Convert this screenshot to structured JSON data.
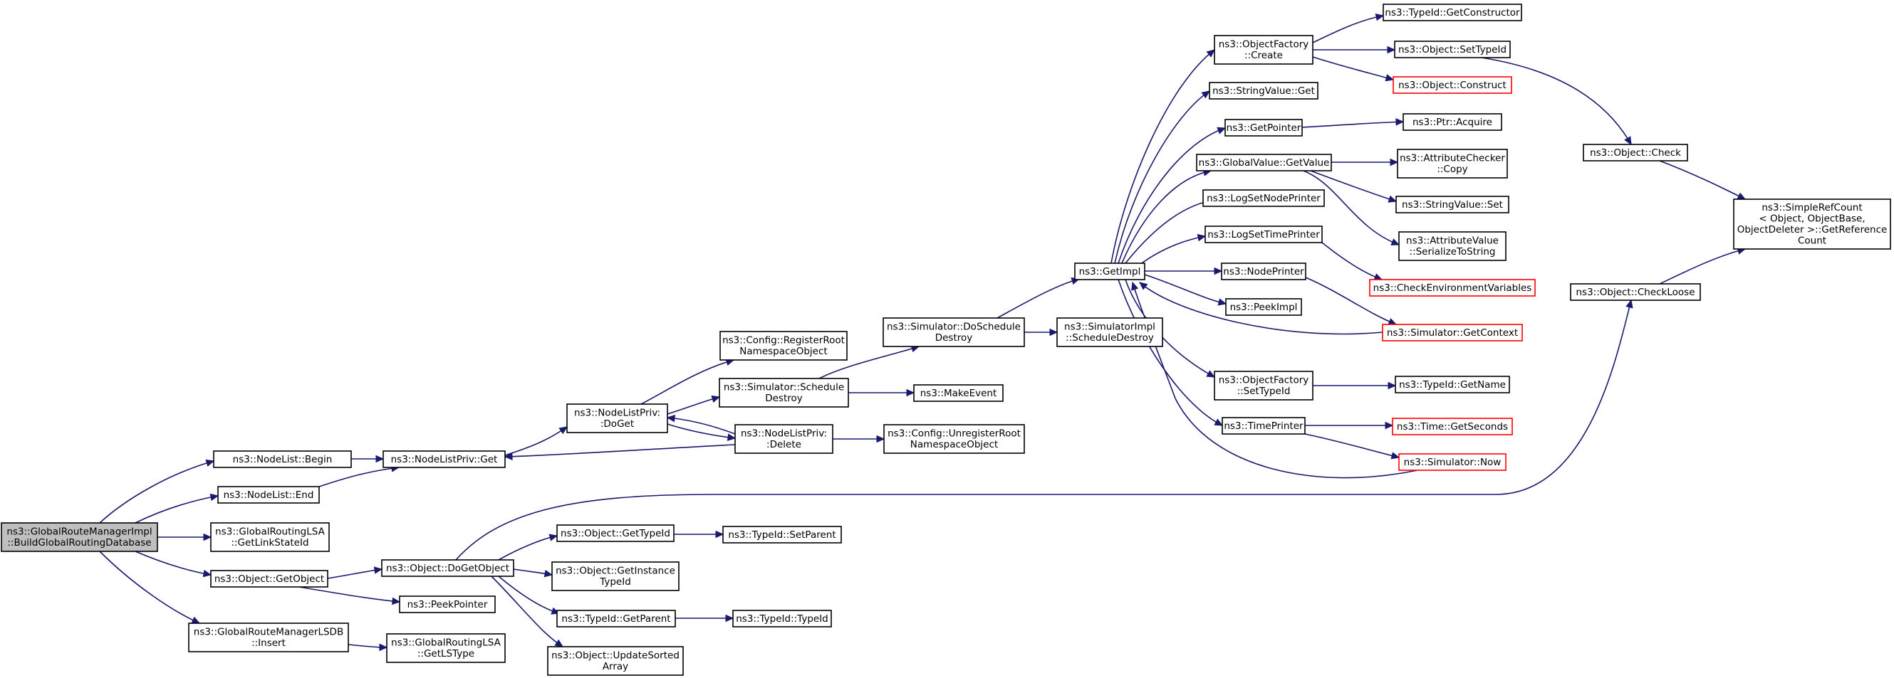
{
  "graph": {
    "colors": {
      "edge": "#191970",
      "root_fill": "#bfbfbf",
      "border": "#000000",
      "truncated_border": "#ff0000"
    },
    "nodes": [
      {
        "id": "root",
        "lines": [
          "ns3::GlobalRouteManagerImpl",
          "::BuildGlobalRoutingDatabase"
        ],
        "root": true
      },
      {
        "id": "nl_begin",
        "lines": [
          "ns3::NodeList::Begin"
        ]
      },
      {
        "id": "nl_end",
        "lines": [
          "ns3::NodeList::End"
        ]
      },
      {
        "id": "grlsa_lsid",
        "lines": [
          "ns3::GlobalRoutingLSA",
          "::GetLinkStateId"
        ]
      },
      {
        "id": "obj_getobject",
        "lines": [
          "ns3::Object::GetObject"
        ]
      },
      {
        "id": "lsdb_insert",
        "lines": [
          "ns3::GlobalRouteManagerLSDB",
          "::Insert"
        ]
      },
      {
        "id": "nlp_get",
        "lines": [
          "ns3::NodeListPriv::Get"
        ]
      },
      {
        "id": "nlp_doget",
        "lines": [
          "ns3::NodeListPriv:",
          ":DoGet"
        ]
      },
      {
        "id": "cfg_reg",
        "lines": [
          "ns3::Config::RegisterRoot",
          "NamespaceObject"
        ]
      },
      {
        "id": "sim_sched_destroy",
        "lines": [
          "ns3::Simulator::Schedule",
          "Destroy"
        ]
      },
      {
        "id": "nlp_delete",
        "lines": [
          "ns3::NodeListPriv:",
          ":Delete"
        ]
      },
      {
        "id": "sim_dosched",
        "lines": [
          "ns3::Simulator::DoSchedule",
          "Destroy"
        ]
      },
      {
        "id": "makeevent",
        "lines": [
          "ns3::MakeEvent"
        ]
      },
      {
        "id": "cfg_unreg",
        "lines": [
          "ns3::Config::UnregisterRoot",
          "NamespaceObject"
        ]
      },
      {
        "id": "simimpl_sched",
        "lines": [
          "ns3::SimulatorImpl",
          "::ScheduleDestroy"
        ]
      },
      {
        "id": "getimpl",
        "lines": [
          "ns3::GetImpl"
        ]
      },
      {
        "id": "objfac_create",
        "lines": [
          "ns3::ObjectFactory",
          "::Create"
        ]
      },
      {
        "id": "stringvalue_get",
        "lines": [
          "ns3::StringValue::Get"
        ]
      },
      {
        "id": "getpointer",
        "lines": [
          "ns3::GetPointer"
        ]
      },
      {
        "id": "gv_getvalue",
        "lines": [
          "ns3::GlobalValue::GetValue"
        ]
      },
      {
        "id": "lognodeprinter",
        "lines": [
          "ns3::LogSetNodePrinter"
        ]
      },
      {
        "id": "logtimeprinter",
        "lines": [
          "ns3::LogSetTimePrinter"
        ]
      },
      {
        "id": "nodeprinter",
        "lines": [
          "ns3::NodePrinter"
        ]
      },
      {
        "id": "peekimpl",
        "lines": [
          "ns3::PeekImpl"
        ]
      },
      {
        "id": "objfac_settypeid",
        "lines": [
          "ns3::ObjectFactory",
          "::SetTypeId"
        ]
      },
      {
        "id": "timeprinter",
        "lines": [
          "ns3::TimePrinter"
        ]
      },
      {
        "id": "typeid_getctor",
        "lines": [
          "ns3::TypeId::GetConstructor"
        ]
      },
      {
        "id": "obj_settypeid",
        "lines": [
          "ns3::Object::SetTypeId"
        ]
      },
      {
        "id": "obj_construct",
        "lines": [
          "ns3::Object::Construct"
        ],
        "red": true
      },
      {
        "id": "ptr_acquire",
        "lines": [
          "ns3::Ptr::Acquire"
        ]
      },
      {
        "id": "attrchecker_copy",
        "lines": [
          "ns3::AttributeChecker",
          "::Copy"
        ]
      },
      {
        "id": "stringvalue_set",
        "lines": [
          "ns3::StringValue::Set"
        ]
      },
      {
        "id": "attrvalue_ser",
        "lines": [
          "ns3::AttributeValue",
          "::SerializeToString"
        ]
      },
      {
        "id": "checkenv",
        "lines": [
          "ns3::CheckEnvironmentVariables"
        ],
        "red": true
      },
      {
        "id": "sim_getcontext",
        "lines": [
          "ns3::Simulator::GetContext"
        ],
        "red": true
      },
      {
        "id": "typeid_getname",
        "lines": [
          "ns3::TypeId::GetName"
        ]
      },
      {
        "id": "time_getseconds",
        "lines": [
          "ns3::Time::GetSeconds"
        ],
        "red": true
      },
      {
        "id": "sim_now",
        "lines": [
          "ns3::Simulator::Now"
        ],
        "red": true
      },
      {
        "id": "obj_check",
        "lines": [
          "ns3::Object::Check"
        ]
      },
      {
        "id": "obj_checkloose",
        "lines": [
          "ns3::Object::CheckLoose"
        ]
      },
      {
        "id": "simplerefcount",
        "lines": [
          "ns3::SimpleRefCount",
          "< Object, ObjectBase,",
          "ObjectDeleter >::GetReference",
          "Count"
        ]
      },
      {
        "id": "obj_dogetobject",
        "lines": [
          "ns3::Object::DoGetObject"
        ]
      },
      {
        "id": "peekpointer",
        "lines": [
          "ns3::PeekPointer"
        ]
      },
      {
        "id": "grlsa_getlstype",
        "lines": [
          "ns3::GlobalRoutingLSA",
          "::GetLSType"
        ]
      },
      {
        "id": "obj_gettypeid",
        "lines": [
          "ns3::Object::GetTypeId"
        ]
      },
      {
        "id": "obj_getinstance",
        "lines": [
          "ns3::Object::GetInstance",
          "TypeId"
        ]
      },
      {
        "id": "typeid_getparent",
        "lines": [
          "ns3::TypeId::GetParent"
        ]
      },
      {
        "id": "obj_updatesorted",
        "lines": [
          "ns3::Object::UpdateSorted",
          "Array"
        ]
      },
      {
        "id": "typeid_setparent",
        "lines": [
          "ns3::TypeId::SetParent"
        ]
      },
      {
        "id": "typeid_typeid",
        "lines": [
          "ns3::TypeId::TypeId"
        ]
      }
    ]
  }
}
